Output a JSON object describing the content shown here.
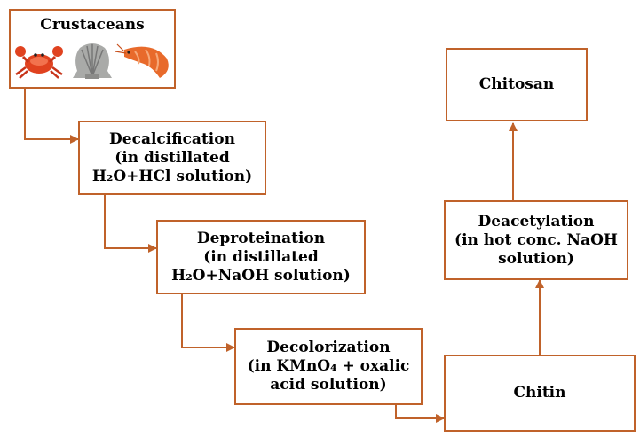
{
  "crustaceans": {
    "title": "Crustaceans",
    "icons": [
      "crab-icon",
      "scallop-shell-icon",
      "shrimp-icon"
    ]
  },
  "steps": {
    "decalcification": {
      "lines": [
        "Decalcification",
        "(in distillated",
        "H₂O+HCl solution)"
      ]
    },
    "deproteination": {
      "lines": [
        "Deproteination",
        "(in distillated",
        "H₂O+NaOH solution)"
      ]
    },
    "decolorization": {
      "lines": [
        "Decolorization",
        "(in KMnO₄ + oxalic",
        "acid solution)"
      ]
    },
    "chitin": {
      "label": "Chitin"
    },
    "deacetylation": {
      "lines": [
        "Deacetylation",
        "(in hot conc. NaOH",
        "solution)"
      ]
    },
    "chitosan": {
      "label": "Chitosan"
    }
  },
  "colors": {
    "border": "#c0622a",
    "connector": "#c0622a"
  }
}
